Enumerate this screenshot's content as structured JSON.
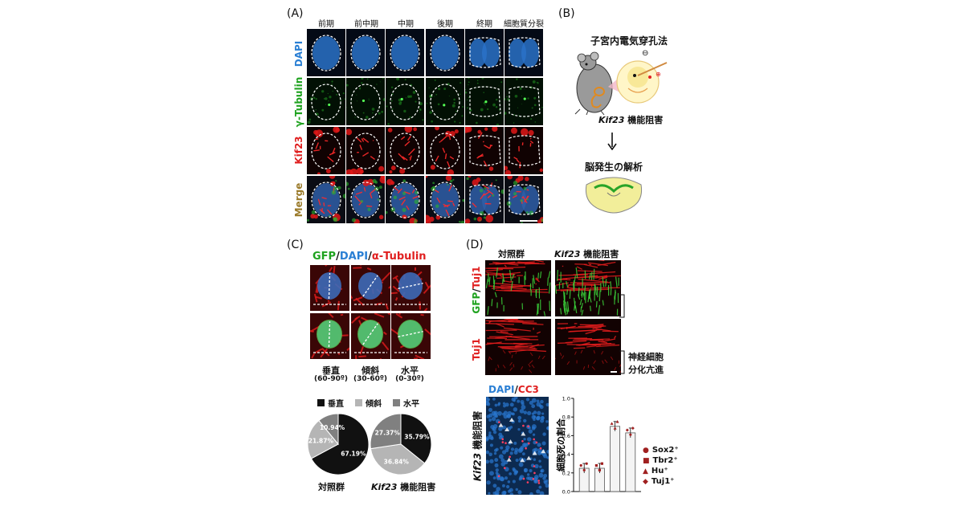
{
  "panelA": {
    "label": "(A)",
    "columns": [
      "前期",
      "前中期",
      "中期",
      "後期",
      "終期",
      "細胞質分裂"
    ],
    "rows": [
      {
        "label": "DAPI",
        "color": "#2a7fd4"
      },
      {
        "label": "γ-Tubulin",
        "color": "#1fa21f"
      },
      {
        "label": "Kif23",
        "color": "#e02020"
      },
      {
        "label": "Merge",
        "color": "#9a7a2a"
      }
    ]
  },
  "panelB": {
    "label": "(B)",
    "title": "子宮内電気穿孔法",
    "minus": "⊖",
    "plus": "⊕",
    "knockdown_gene": "Kif23",
    "knockdown_text": " 機能阻害",
    "analysis": "脳発生の解析"
  },
  "panelC": {
    "label": "(C)",
    "stain": {
      "gfp": "GFP",
      "slash1": "/",
      "dapi": "DAPI",
      "slash2": "/",
      "tubulin": "α-Tubulin"
    },
    "orientations": [
      {
        "name": "垂直",
        "range": "(60-90º)"
      },
      {
        "name": "傾斜",
        "range": "(30-60º)"
      },
      {
        "name": "水平",
        "range": "(0-30º)"
      }
    ],
    "legend": [
      {
        "name": "垂直",
        "color": "#111111"
      },
      {
        "name": "傾斜",
        "color": "#b5b5b5"
      },
      {
        "name": "水平",
        "color": "#808080"
      }
    ],
    "pies": [
      {
        "label": "対照群",
        "slices": [
          {
            "name": "垂直",
            "value": 67.19,
            "text": "67.19%",
            "color": "#111111"
          },
          {
            "name": "傾斜",
            "value": 21.87,
            "text": "21.87%",
            "color": "#b5b5b5"
          },
          {
            "name": "水平",
            "value": 10.94,
            "text": "10.94%",
            "color": "#808080"
          }
        ]
      },
      {
        "label_gene": "Kif23",
        "label": " 機能阻害",
        "slices": [
          {
            "name": "垂直",
            "value": 35.79,
            "text": "35.79%",
            "color": "#111111"
          },
          {
            "name": "傾斜",
            "value": 36.84,
            "text": "36.84%",
            "color": "#b5b5b5"
          },
          {
            "name": "水平",
            "value": 27.37,
            "text": "27.37%",
            "color": "#808080"
          }
        ]
      }
    ]
  },
  "panelD": {
    "label": "(D)",
    "col_control": "対照群",
    "col_kd_gene": "Kif23",
    "col_kd_text": " 機能阻害",
    "row1_gfp": "GFP",
    "row1_slash": "/",
    "row1_tuj": "Tuj1",
    "row2": "Tuj1",
    "annotation_l1": "神経細胞",
    "annotation_l2": "分化亢進",
    "dapi_cc3": {
      "dapi": "DAPI",
      "slash": "/",
      "cc3": "CC3"
    },
    "side_gene": "Kif23",
    "side_text": " 機能阻害"
  },
  "chart_data": {
    "type": "bar",
    "categories": [
      "Sox2⁺",
      "Tbr2⁺",
      "Hu⁺",
      "Tuj1⁺"
    ],
    "values": [
      0.25,
      0.25,
      0.7,
      0.63
    ],
    "ylabel": "細胞死の割合",
    "ylim": [
      0,
      1.0
    ],
    "yticks": [
      "0.0",
      "0.2",
      "0.4",
      "0.6",
      "0.8",
      "1.0"
    ],
    "legend": [
      {
        "name": "Sox2⁺",
        "marker": "●"
      },
      {
        "name": "Tbr2⁺",
        "marker": "■"
      },
      {
        "name": "Hu⁺",
        "marker": "▲"
      },
      {
        "name": "Tuj1⁺",
        "marker": "◆"
      }
    ],
    "marker_color": "#a02020"
  }
}
